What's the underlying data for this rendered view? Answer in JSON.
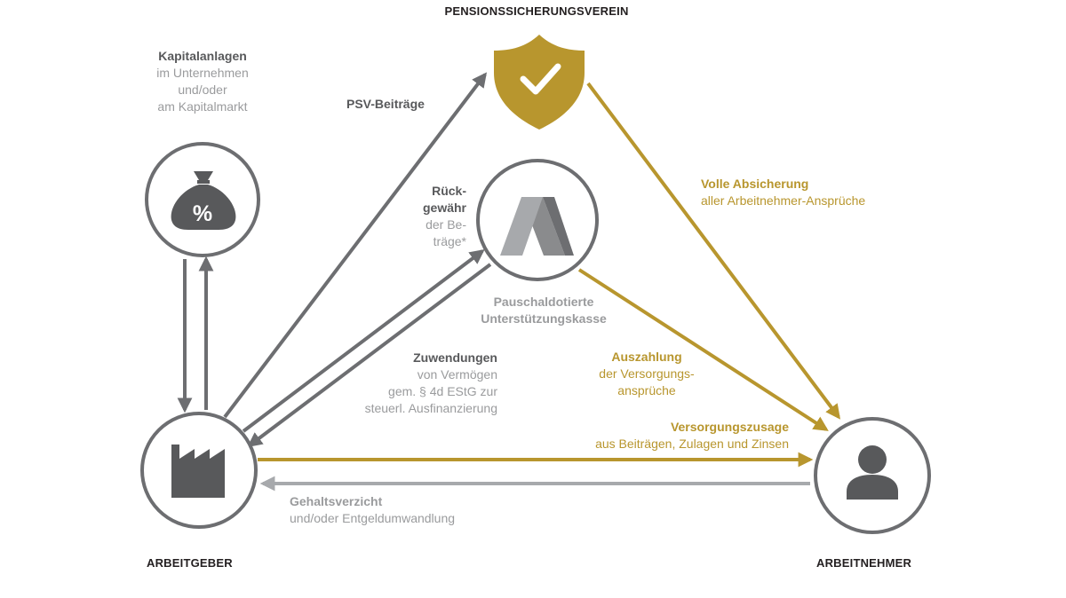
{
  "colors": {
    "gold": "#b8962e",
    "grey_dark": "#6d6e71",
    "grey_mid": "#8a8b8d",
    "grey_light": "#a7a9ac",
    "circle_stroke": "#6d6e71"
  },
  "nodes": {
    "psv": {
      "title": "PENSIONSSICHERUNGSVEREIN",
      "icon": "shield-check-icon"
    },
    "arbeitgeber": {
      "title": "ARBEITGEBER",
      "icon": "factory-icon"
    },
    "arbeitnehmer": {
      "title": "ARBEITNEHMER",
      "icon": "person-icon"
    },
    "kapital": {
      "icon": "money-bag-percent-icon",
      "bag_symbol": "%",
      "label_title": "Kapitalanlagen",
      "label_lines": [
        "im Unternehmen",
        "und/oder",
        "am Kapitalmarkt"
      ]
    },
    "kasse": {
      "icon": "kasse-logo-icon",
      "label_lines": [
        "Pauschaldotierte",
        "Unterstützungskasse"
      ]
    }
  },
  "flows": {
    "psv_beitraege": {
      "title": "PSV-Beiträge"
    },
    "rueckgewaehr": {
      "title_lines": [
        "Rück-",
        "gewähr"
      ],
      "sub_lines": [
        "der Be-",
        "träge*"
      ]
    },
    "zuwendungen": {
      "title": "Zuwendungen",
      "sub_lines": [
        "von Vermögen",
        "gem. § 4d EStG zur",
        "steuerl. Ausfinanzierung"
      ]
    },
    "volle_absicherung": {
      "title": "Volle Absicherung",
      "sub": "aller Arbeitnehmer-Ansprüche"
    },
    "auszahlung": {
      "title": "Auszahlung",
      "sub_lines": [
        "der Versorgungs-",
        "ansprüche"
      ]
    },
    "versorgungszusage": {
      "title": "Versorgungszusage",
      "sub": "aus Beiträgen, Zulagen und Zinsen"
    },
    "gehaltsverzicht": {
      "title": "Gehaltsverzicht",
      "sub": "und/oder Entgeldumwandlung"
    }
  }
}
